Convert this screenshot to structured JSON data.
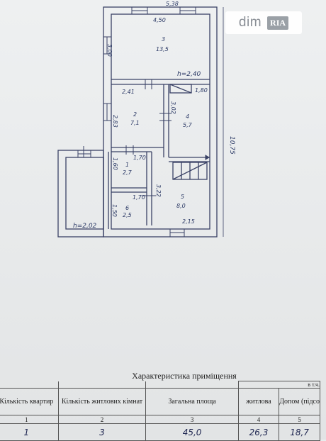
{
  "watermark": {
    "brand": "dim",
    "badge": "RIA"
  },
  "plan": {
    "dimensions": {
      "top_outer": "5,38",
      "top_inner": "4,50",
      "room3_side": "3,00",
      "hall_width": "2,41",
      "stair_width": "1,80",
      "room2_side": "2,83",
      "room4_side": "3,02",
      "total_length": "10,75",
      "room1_width": "1,70",
      "room1_side": "1,60",
      "room6_width": "1,70",
      "room6_side": "1,50",
      "room5_side": "3,22",
      "bottom_width": "2,15"
    },
    "heights": {
      "upper": "h=2,40",
      "lower": "h=2,02"
    },
    "rooms": [
      {
        "number": "3",
        "area": "13,5"
      },
      {
        "number": "2",
        "area": "7,1"
      },
      {
        "number": "4",
        "area": "5,7"
      },
      {
        "number": "1",
        "area": "2,7"
      },
      {
        "number": "5",
        "area": "8,0"
      },
      {
        "number": "6",
        "area": "2,5"
      }
    ]
  },
  "table": {
    "title": "Характеристика приміщення",
    "subheader": "в т.ч.",
    "headers": [
      "Кількість квартир",
      "Кількість житлових кімнат",
      "Загальна площа",
      "житлова",
      "Допом (підсо"
    ],
    "numbers": [
      "1",
      "2",
      "3",
      "4",
      "5"
    ],
    "values": [
      "1",
      "3",
      "45,0",
      "26,3",
      "18,7"
    ]
  }
}
